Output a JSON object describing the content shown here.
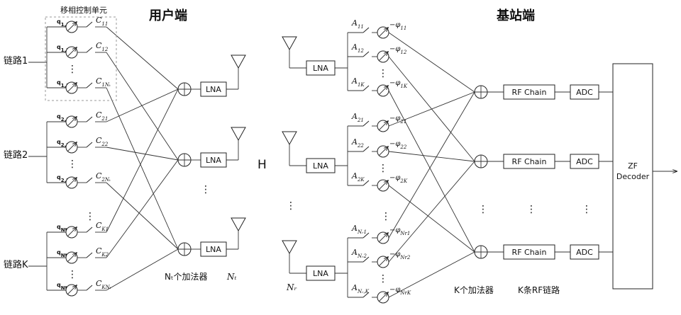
{
  "titles": {
    "user_side": "用户端",
    "base_station_side": "基站端",
    "phase_control_unit": "移相控制单元"
  },
  "user": {
    "links": [
      {
        "label": "链路1",
        "rows": [
          {
            "q": "q",
            "q_sub": "1,1",
            "c": "C",
            "c_sub": "11"
          },
          {
            "q": "q",
            "q_sub": "1,2",
            "c": "C",
            "c_sub": "12"
          },
          {
            "q": "q",
            "q_sub": "1,K",
            "c": "C",
            "c_sub": "1Nₜ"
          }
        ]
      },
      {
        "label": "链路2",
        "rows": [
          {
            "q": "q",
            "q_sub": "2,1",
            "c": "C",
            "c_sub": "21"
          },
          {
            "q": "q",
            "q_sub": "2,2",
            "c": "C",
            "c_sub": "22"
          },
          {
            "q": "q",
            "q_sub": "2,K",
            "c": "C",
            "c_sub": "2Nₜ"
          }
        ]
      },
      {
        "label": "链路K",
        "rows": [
          {
            "q": "q",
            "q_sub": "Nt,1",
            "c": "C",
            "c_sub": "K1"
          },
          {
            "q": "q",
            "q_sub": "Nt,2",
            "c": "C",
            "c_sub": "K2"
          },
          {
            "q": "q",
            "q_sub": "Nt,K",
            "c": "C",
            "c_sub": "KNₜ"
          }
        ]
      }
    ],
    "lna_label": "LNA",
    "adders_caption": "Nₜ个加法器",
    "antenna_caption": "Nₜ",
    "vdots": "⋮"
  },
  "channel_label": "H",
  "base": {
    "lna_label": "LNA",
    "antenna_caption": "Nᵣ",
    "groups": [
      {
        "rows": [
          {
            "a": "A",
            "a_sub": "11",
            "phi": "−φ",
            "phi_sub": "11"
          },
          {
            "a": "A",
            "a_sub": "12",
            "phi": "−φ",
            "phi_sub": "12"
          },
          {
            "a": "A",
            "a_sub": "1K",
            "phi": "−φ",
            "phi_sub": "1K"
          }
        ]
      },
      {
        "rows": [
          {
            "a": "A",
            "a_sub": "21",
            "phi": "−φ",
            "phi_sub": "21"
          },
          {
            "a": "A",
            "a_sub": "22",
            "phi": "−φ",
            "phi_sub": "22"
          },
          {
            "a": "A",
            "a_sub": "2K",
            "phi": "−φ",
            "phi_sub": "2K"
          }
        ]
      },
      {
        "rows": [
          {
            "a": "A",
            "a_sub": "Nᵣ1",
            "phi": "−φ",
            "phi_sub": "Nr1"
          },
          {
            "a": "A",
            "a_sub": "Nᵣ2",
            "phi": "−φ",
            "phi_sub": "Nr2"
          },
          {
            "a": "A",
            "a_sub": "Nᵣ,K",
            "phi": "−φ",
            "phi_sub": "NrK"
          }
        ]
      }
    ],
    "rf_chain_label": "RF Chain",
    "adc_label": "ADC",
    "decoder_line1": "ZF",
    "decoder_line2": "Decoder",
    "adders_caption": "K个加法器",
    "rf_caption": "K条RF链路"
  }
}
